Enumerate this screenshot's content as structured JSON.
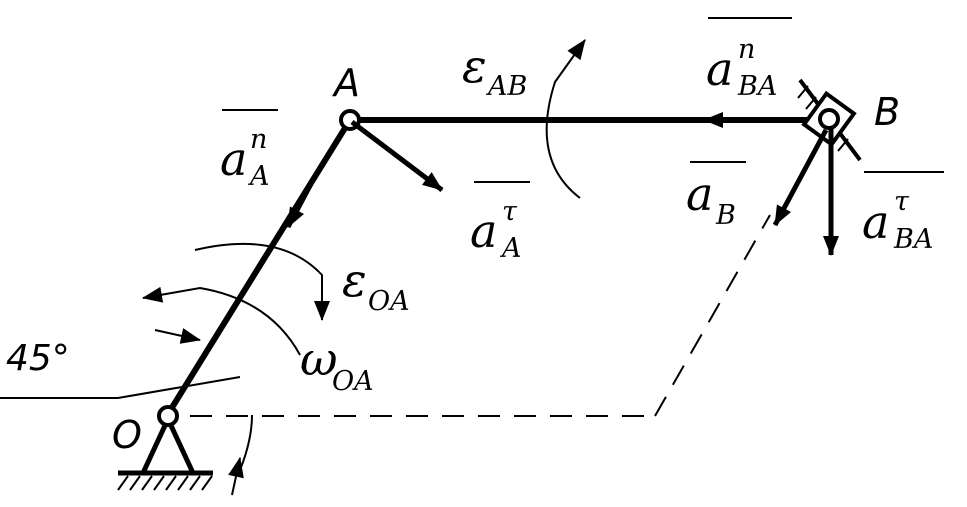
{
  "points": {
    "O": "O",
    "A": "A",
    "B": "B"
  },
  "angle": "45°",
  "labels": {
    "aA_n": {
      "base": "a",
      "sub": "A",
      "sup": "n"
    },
    "aA_t": {
      "base": "a",
      "sub": "A",
      "sup": "τ"
    },
    "eps_AB": {
      "base": "ε",
      "sub": "AB"
    },
    "aBA_n": {
      "base": "a",
      "sub": "BA",
      "sup": "n"
    },
    "aB": {
      "base": "a",
      "sub": "B"
    },
    "aBA_t": {
      "base": "a",
      "sub": "BA",
      "sup": "τ"
    },
    "eps_OA": {
      "base": "ε",
      "sub": "OA"
    },
    "om_OA": {
      "base": "ω",
      "sub": "OA"
    }
  }
}
